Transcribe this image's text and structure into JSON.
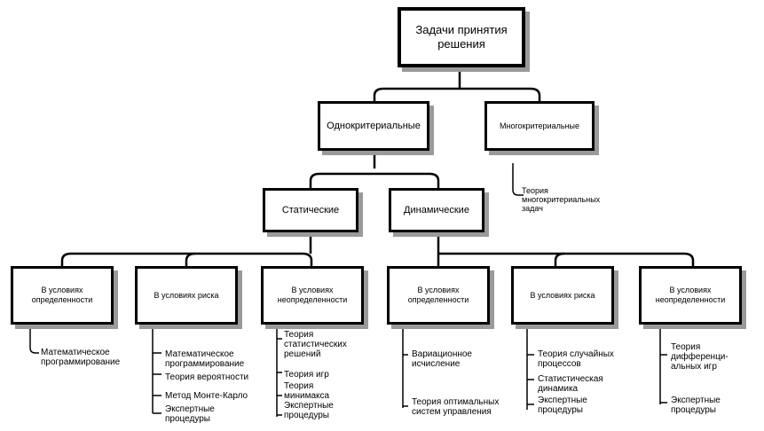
{
  "root": "Задачи принятия решения",
  "single": "Однокритериальные",
  "multi": "Многокритериальные",
  "multi_leaf": "Теория\nмногокритериальных\nзадач",
  "static": "Статические",
  "dynamic": "Динамические",
  "s_cert": "В условиях определенности",
  "s_risk": "В условиях риска",
  "s_uncert": "В условиях неопределенности",
  "d_cert": "В условиях определенности",
  "d_risk": "В условиях риска",
  "d_uncert": "В условиях неопределенности",
  "leaves": {
    "math_prog": "Математическое\nпрограммирование",
    "math_prog2": "Математическое\nпрограммирование",
    "prob_theory": "Теория вероятности",
    "monte_carlo": "Метод Монте-Карло",
    "expert1": "Экспертные\nпроцедуры",
    "stat_dec": "Теория\nстатистических\nрешений",
    "game_theory": "Теория игр",
    "minimax": "Теория\nминимакса",
    "expert2": "Экспертные\nпроцедуры",
    "variational": "Вариационное\nисчисление",
    "optimal_ctrl": "Теория оптимальных\nсистем управления",
    "random_proc": "Теория случайных\nпроцессов",
    "stat_dyn": "Статистическая\nдинамика",
    "expert3": "Экспертные\nпроцедуры",
    "diff_games": "Теория\nдифференци-\nальных игр",
    "expert4": "Экспертные\nпроцедуры"
  }
}
